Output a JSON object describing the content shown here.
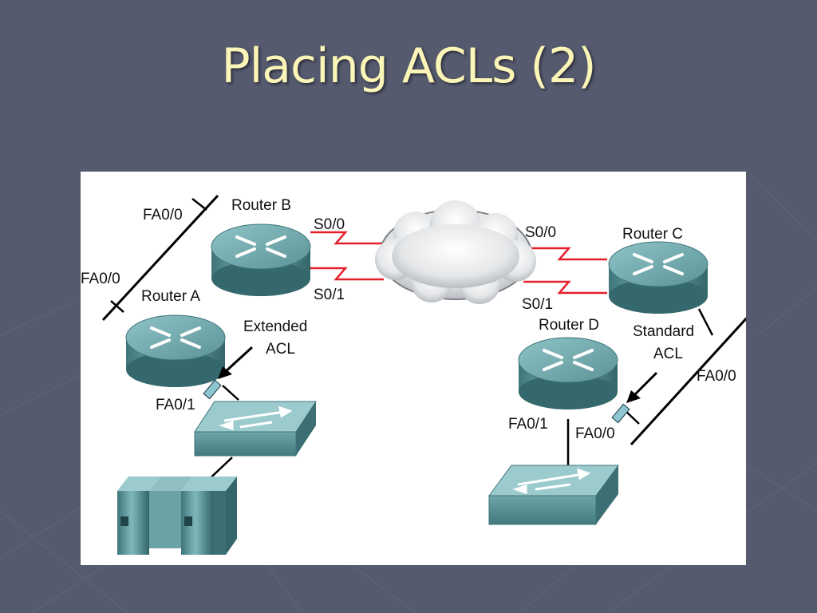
{
  "slide": {
    "title": "Placing ACLs (2)"
  },
  "diagram": {
    "routers": {
      "a": "Router A",
      "b": "Router B",
      "c": "Router C",
      "d": "Router D"
    },
    "interfaces": {
      "b_fa00": "FA0/0",
      "a_fa00": "FA0/0",
      "a_fa01": "FA0/1",
      "b_s00": "S0/0",
      "b_s01": "S0/1",
      "c_s00": "S0/0",
      "c_s01": "S0/1",
      "c_fa00": "FA0/0",
      "d_fa01": "FA0/1",
      "d_fa00": "FA0/0"
    },
    "acls": {
      "extended_line1": "Extended",
      "extended_line2": "ACL",
      "standard_line1": "Standard",
      "standard_line2": "ACL"
    }
  },
  "colors": {
    "background": "#565a6e",
    "title": "#fbf5b8",
    "serial_link": "#e5202a",
    "device_teal": "#5f9a9e"
  }
}
